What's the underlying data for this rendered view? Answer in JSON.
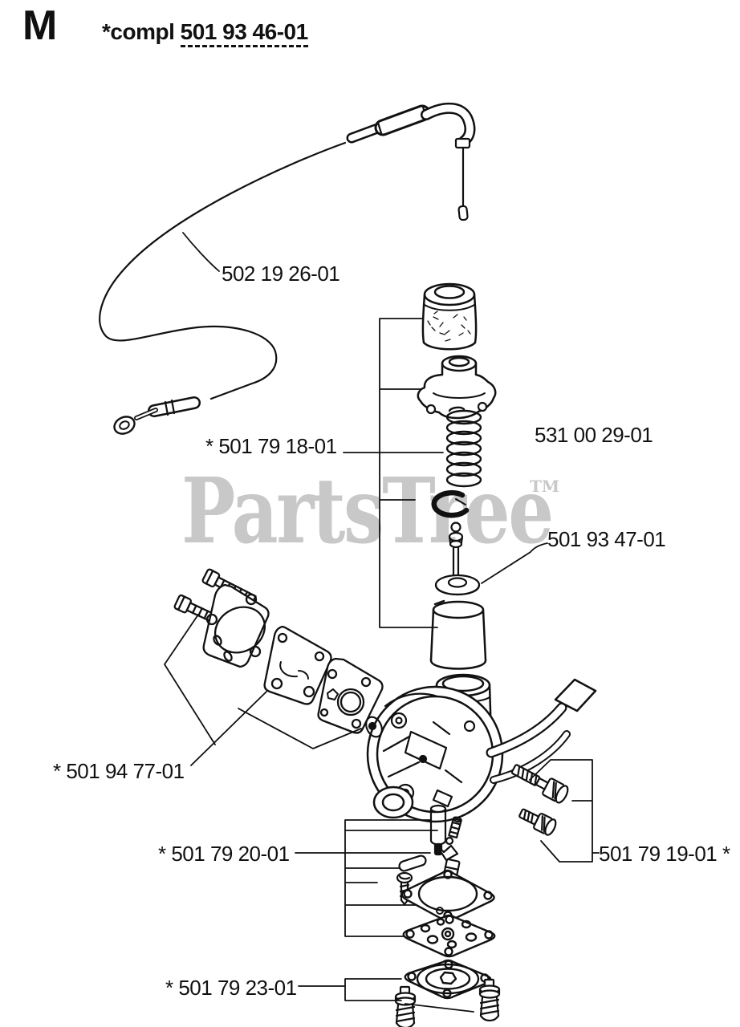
{
  "header": {
    "section_letter": "M",
    "title_prefix": "*compl",
    "title_number": "501 93 46-01"
  },
  "watermark": {
    "text": "PartsTree",
    "trademark": "TM"
  },
  "labels": {
    "cable": "502 19 26-01",
    "primer": "* 501 79 18-01",
    "pump_kit": "531 00 29-01",
    "needle": "501 93 47-01",
    "gaskets": "* 501 94 77-01",
    "metering": "* 501 79 20-01",
    "screws": "501 79 19-01 *",
    "cover": "* 501 79 23-01"
  },
  "colors": {
    "ink": "#111111",
    "background": "#ffffff",
    "watermark_gray": "#c8c8c8"
  }
}
